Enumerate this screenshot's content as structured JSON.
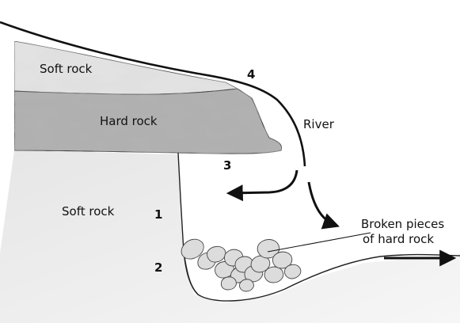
{
  "labels": {
    "soft_rock_top": "Soft rock",
    "hard_rock": "Hard rock",
    "soft_rock_bottom": "Soft rock",
    "river": "River",
    "broken_pieces_line1": "Broken pieces",
    "broken_pieces_line2": "of hard rock"
  },
  "numbers": {
    "n1": "1",
    "n2": "2",
    "n3": "3",
    "n4": "4"
  },
  "colors": {
    "soft_rock": "#e2e2e2",
    "hard_rock": "#a9a9a9",
    "plunge_pool": "#ececec",
    "outline": "#111111"
  }
}
